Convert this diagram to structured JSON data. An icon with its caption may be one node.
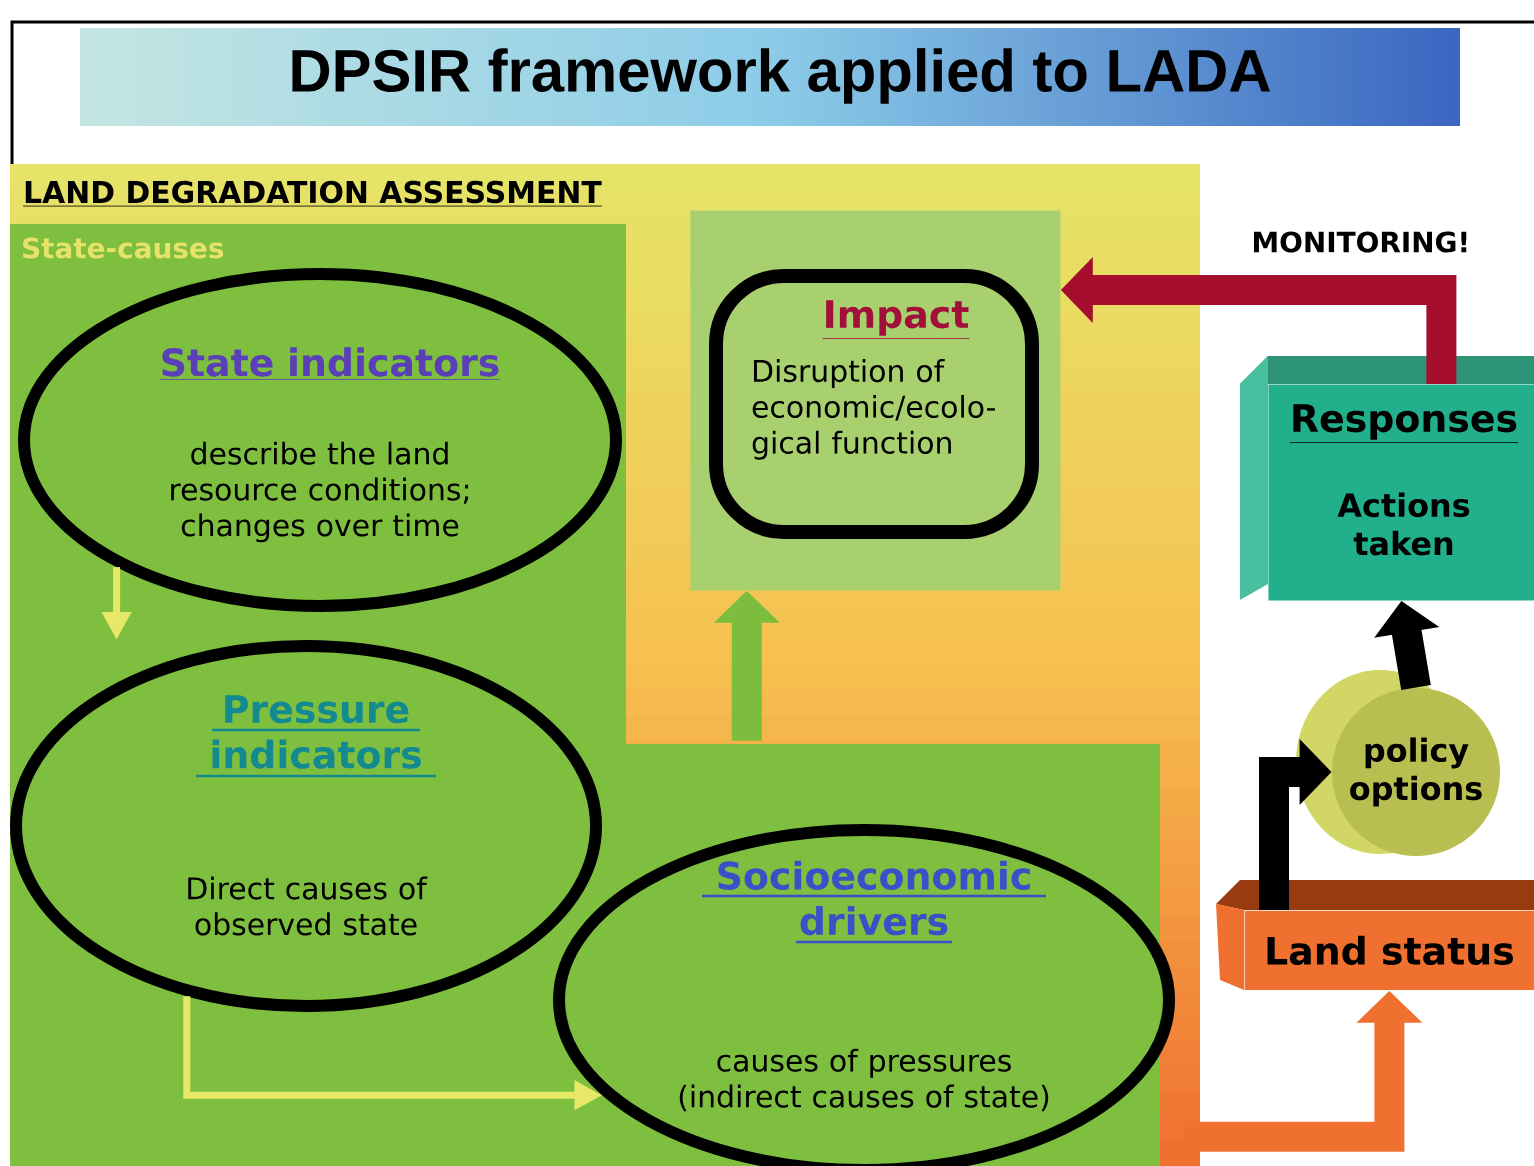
{
  "diagram": {
    "title": "DPSIR framework applied to LADA",
    "nodes": [
      {
        "text": [
          "LAND DEGRADATION ASSESSMENT"
        ]
      },
      {
        "text": [
          "State-causes"
        ],
        "in": 0
      },
      {
        "text": [
          "State indicators",
          "describe the land resource conditions; changes over time"
        ],
        "in": 1
      },
      {
        "text": [
          "Pressure indicators",
          "Direct causes of observed state"
        ],
        "in": 1
      },
      {
        "text": [
          "Socioeconomic drivers",
          "causes of pressures (indirect causes of state)"
        ],
        "in": 1
      },
      {
        "text": [],
        "shape": "box",
        "in": 0
      },
      {
        "text": [
          "Impact",
          "Disruption of economic/ecolo- gical function"
        ],
        "in": 5
      },
      {
        "text": [
          "Responses",
          "Actions taken"
        ]
      },
      {
        "text": [
          "policy options"
        ]
      },
      {
        "text": [
          "Land status"
        ]
      }
    ],
    "edges": [
      {
        "from": 2,
        "to": 3,
        "arrow": "to",
        "color": "#e8e868"
      },
      {
        "from": 3,
        "to": 4,
        "arrow": "to",
        "color": "#e8e868"
      },
      {
        "from": 1,
        "to": 5,
        "arrow": "to",
        "color": "#7dbd3d"
      },
      {
        "from": 7,
        "to": 5,
        "arrow": "to",
        "color": "#a50d2d",
        "label": "MONITORING!"
      },
      {
        "from": 0,
        "to": 9,
        "arrow": "to",
        "color": "#f07030"
      },
      {
        "from": 9,
        "to": 8,
        "arrow": "to",
        "color": "#000000"
      },
      {
        "from": 8,
        "to": 7,
        "arrow": "to",
        "color": "#000000"
      }
    ]
  }
}
